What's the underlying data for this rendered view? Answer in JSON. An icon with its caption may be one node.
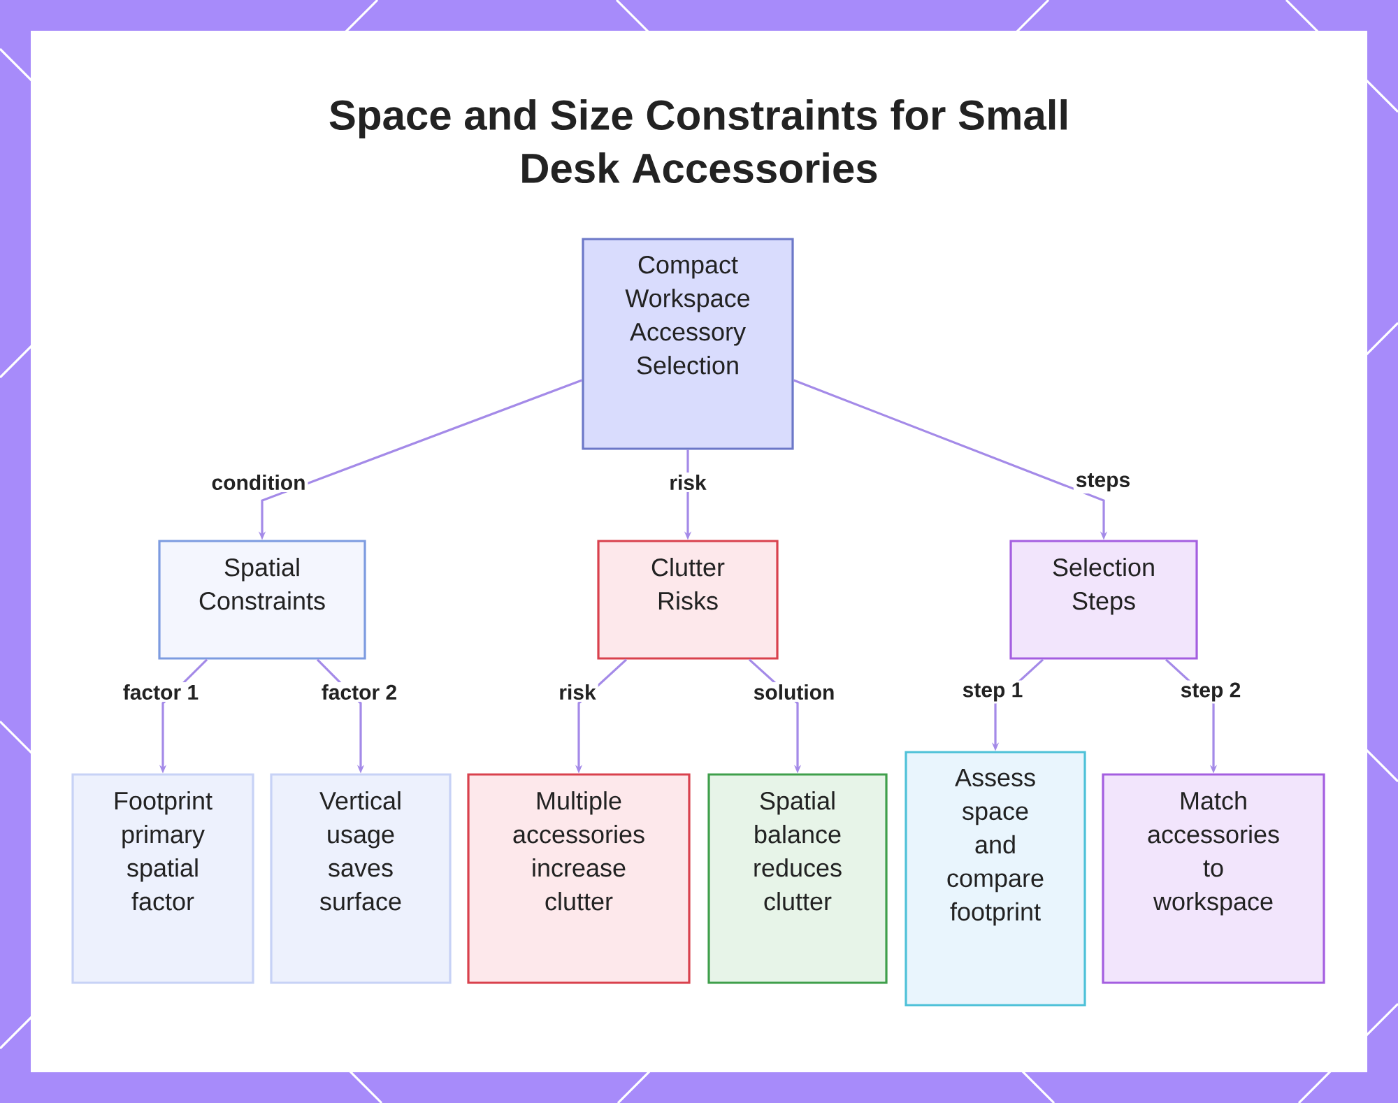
{
  "diagram": {
    "title": "Space and Size Constraints for Small Desk Accessories",
    "nodes": [
      {
        "text": [
          "Compact Workspace Accessory Selection"
        ]
      },
      {
        "text": [
          "Spatial Constraints"
        ]
      },
      {
        "text": [
          "Clutter Risks"
        ]
      },
      {
        "text": [
          "Selection Steps"
        ]
      },
      {
        "text": [
          "Footprint primary spatial factor"
        ]
      },
      {
        "text": [
          "Vertical usage saves surface"
        ]
      },
      {
        "text": [
          "Multiple accessories increase clutter"
        ]
      },
      {
        "text": [
          "Spatial balance reduces clutter"
        ]
      },
      {
        "text": [
          "Assess space and compare footprint"
        ]
      },
      {
        "text": [
          "Match accessories to workspace"
        ]
      }
    ],
    "edges": [
      {
        "from": 0,
        "to": 1,
        "arrow": "to",
        "label": "condition"
      },
      {
        "from": 0,
        "to": 2,
        "arrow": "to",
        "label": "risk"
      },
      {
        "from": 0,
        "to": 3,
        "arrow": "to",
        "label": "steps"
      },
      {
        "from": 1,
        "to": 4,
        "arrow": "to",
        "label": "factor 1"
      },
      {
        "from": 1,
        "to": 5,
        "arrow": "to",
        "label": "factor 2"
      },
      {
        "from": 2,
        "to": 6,
        "arrow": "to",
        "label": "risk"
      },
      {
        "from": 2,
        "to": 7,
        "arrow": "to",
        "label": "solution"
      },
      {
        "from": 3,
        "to": 8,
        "arrow": "to",
        "label": "step 1"
      },
      {
        "from": 3,
        "to": 9,
        "arrow": "to",
        "label": "step 2"
      }
    ]
  }
}
